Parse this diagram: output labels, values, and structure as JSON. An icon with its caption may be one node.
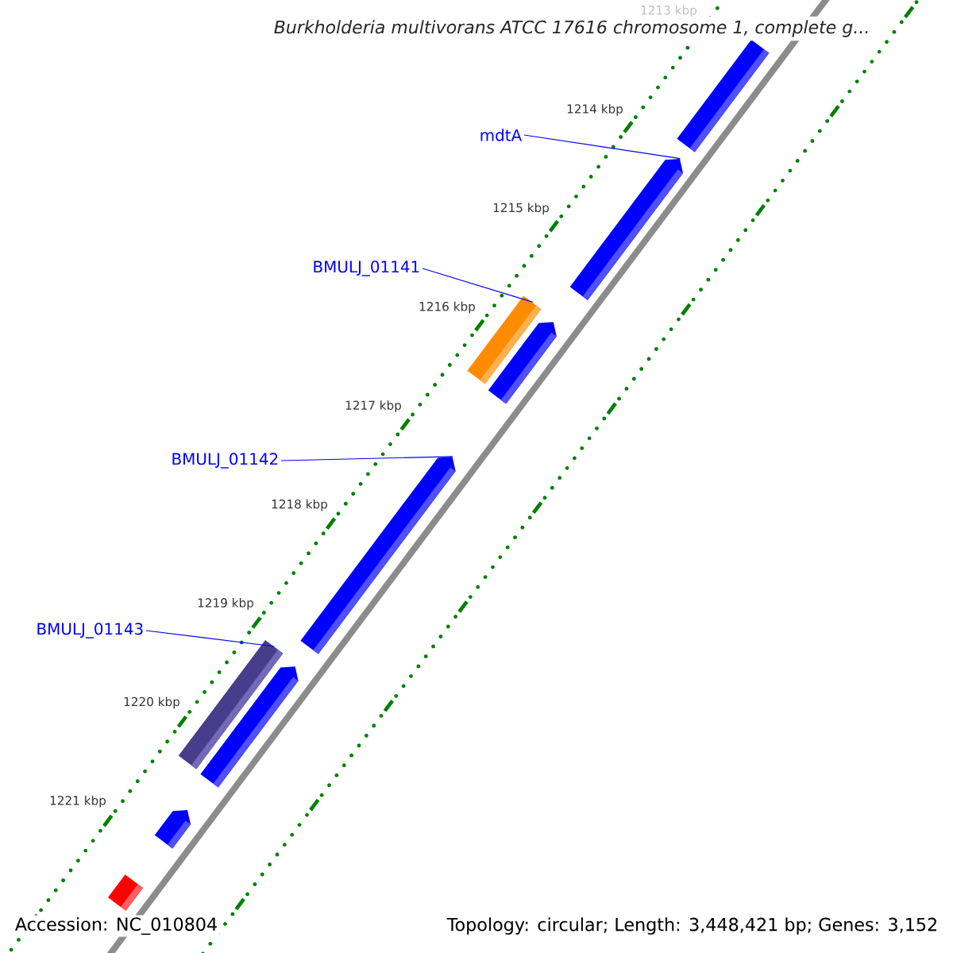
{
  "diagram": {
    "title": "Burkholderia multivorans ATCC 17616 chromosome 1, complete g...",
    "nodes": [
      {
        "text": [
          "mdtA"
        ]
      },
      {
        "text": [
          "BMULJ_01141"
        ]
      },
      {
        "text": [
          "BMULJ_01142"
        ]
      },
      {
        "text": [
          "BMULJ_01143"
        ]
      },
      {
        "text": [],
        "shape": "bar"
      },
      {
        "text": [],
        "shape": "bar"
      },
      {
        "text": [],
        "shape": "bar"
      },
      {
        "text": [],
        "shape": "bar"
      },
      {
        "text": [],
        "shape": "bar"
      },
      {
        "text": [],
        "shape": "bar"
      },
      {
        "text": [],
        "shape": "bar"
      },
      {
        "text": [],
        "shape": "bar"
      },
      {
        "text": [],
        "shape": "bar"
      }
    ],
    "edges": [
      {
        "from": 0,
        "to": 5,
        "arrow": "none"
      },
      {
        "from": 1,
        "to": 6,
        "arrow": "none"
      },
      {
        "from": 2,
        "to": 8,
        "arrow": "none"
      },
      {
        "from": 3,
        "to": 9,
        "arrow": "none"
      }
    ],
    "labels": [
      "1213 kbp",
      "1214 kbp",
      "1215 kbp",
      "1216 kbp",
      "1217 kbp",
      "1218 kbp",
      "1219 kbp",
      "1220 kbp",
      "1221 kbp",
      "Accession: NC_010804",
      "Topology: circular; Length: 3,448,421 bp; Genes: 3,152"
    ]
  }
}
